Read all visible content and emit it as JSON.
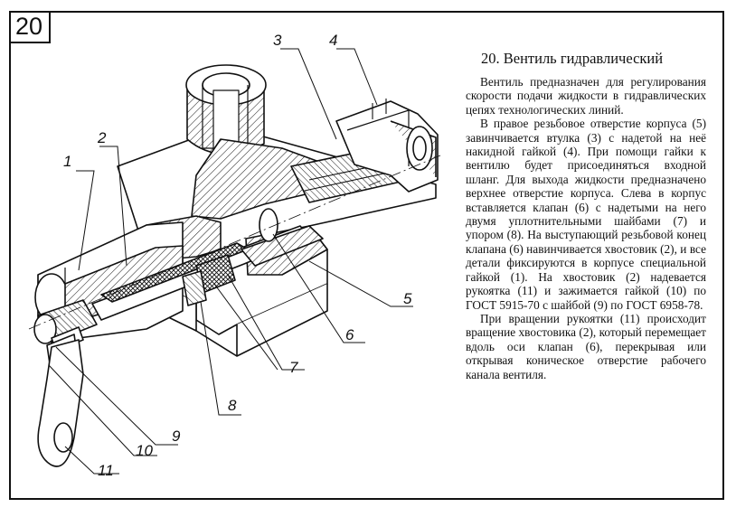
{
  "sheet": {
    "number": "20"
  },
  "title": "20. Вентиль гидравлический",
  "paragraphs": [
    "Вентиль предназначен для регулирования скорости подачи жидкости в гидравлических цепях технологических линий.",
    "В правое резьбовое отверстие корпуса (5) завинчивается втулка (3) с надетой на неё накидной гайкой (4). При помощи гайки к вентилю будет присоединяться входной шланг. Для выхода жидкости предназначено верхнее отверстие корпуса. Слева в корпус вставляется клапан (6) с надетыми на него двумя уплотнительными шайбами (7) и упором (8). На выступающий резьбовой конец клапана (6) навинчивается хвостовик (2), и все детали фиксируются в корпусе специальной гайкой (1). На хвостовик (2) надевается рукоятка (11) и зажимается гайкой (10) по ГОСТ 5915-70 с шайбой (9) по ГОСТ 6958-78.",
    "При вращении рукоятки (11) происходит вращение хвостовика (2), который перемещает вдоль оси клапан (6), перекрывая или открывая коническое отверстие рабочего канала вентиля."
  ],
  "callouts": [
    "1",
    "2",
    "3",
    "4",
    "5",
    "6",
    "7",
    "8",
    "9",
    "10",
    "11"
  ]
}
